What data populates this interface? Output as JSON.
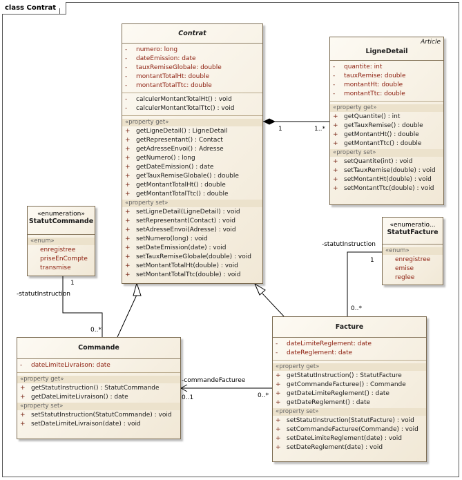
{
  "frame": {
    "title": "class Contrat"
  },
  "classes": {
    "contrat": {
      "name": "Contrat",
      "attributes": [
        "numero:  long",
        "dateEmission:  date",
        "tauxRemiseGlobale:  double",
        "montantTotalHt:  double",
        "montantTotalTtc:  double"
      ],
      "operations": [
        "calculerMontantTotalHt() : void",
        "calculerMontantTotalTtc() : void"
      ],
      "get_label": "«property get»",
      "getters": [
        "getLigneDetail() : LigneDetail",
        "getRepresentant() : Contact",
        "getAdresseEnvoi() : Adresse",
        "getNumero() : long",
        "getDateEmission() : date",
        "getTauxRemiseGlobale() : double",
        "getMontantTotalHt() : double",
        "getMontantTotalTtc() : double"
      ],
      "set_label": "«property set»",
      "setters": [
        "setLigneDetail(LigneDetail) : void",
        "setRepresentant(Contact) : void",
        "setAdresseEnvoi(Adresse) : void",
        "setNumero(long) : void",
        "setDateEmission(date) : void",
        "setTauxRemiseGlobale(double) : void",
        "setMontantTotalHt(double) : void",
        "setMontantTotalTtc(double) : void"
      ]
    },
    "ligneDetail": {
      "tag": "Article",
      "name": "LigneDetail",
      "attributes": [
        "quantite:  int",
        "tauxRemise:  double",
        "montantHt:  double",
        "montantTtc:  double"
      ],
      "get_label": "«property get»",
      "getters": [
        "getQuantite() : int",
        "getTauxRemise() : double",
        "getMontantHt() : double",
        "getMontantTtc() : double"
      ],
      "set_label": "«property set»",
      "setters": [
        "setQuantite(int) : void",
        "setTauxRemise(double) : void",
        "setMontantHt(double) : void",
        "setMontantTtc(double) : void"
      ]
    },
    "statutCommande": {
      "stereotype": "«enumeration»",
      "name": "StatutCommande",
      "enum_label": "«enum»",
      "literals": [
        "enregistree",
        "priseEnCompte",
        "transmise"
      ]
    },
    "statutFacture": {
      "stereotype": "«enumeratio...",
      "name": "StatutFacture",
      "enum_label": "«enum»",
      "literals": [
        "enregistree",
        "emise",
        "reglee"
      ]
    },
    "commande": {
      "name": "Commande",
      "attributes": [
        "dateLimiteLivraison:  date"
      ],
      "get_label": "«property get»",
      "getters": [
        "getStatutInstruction() : StatutCommande",
        "getDateLimiteLivraison() : date"
      ],
      "set_label": "«property set»",
      "setters": [
        "setStatutInstruction(StatutCommande) : void",
        "setDateLimiteLivraison(date) : void"
      ]
    },
    "facture": {
      "name": "Facture",
      "attributes": [
        "dateLimiteReglement:  date",
        "dateReglement:  date"
      ],
      "get_label": "«property get»",
      "getters": [
        "getStatutInstruction() : StatutFacture",
        "getCommandeFacturee() : Commande",
        "getDateLimiteReglement() : date",
        "getDateReglement() : date"
      ],
      "set_label": "«property set»",
      "setters": [
        "setStatutInstruction(StatutFacture) : void",
        "setCommandeFacturee(Commande) : void",
        "setDateLimiteReglement(date) : void",
        "setDateReglement(date) : void"
      ]
    }
  },
  "visibility": {
    "private": "-",
    "public": "+"
  },
  "labels": {
    "comp_contrat_end": "1",
    "comp_ligne_end": "1..*",
    "sc_role": "-statutInstruction",
    "sc_one": "1",
    "sc_many": "0..*",
    "sf_role": "-statutInstruction",
    "sf_one": "1",
    "sf_many": "0..*",
    "cf_role": "-commandeFacturee",
    "cf_one": "0..1",
    "cf_many": "0..*"
  }
}
